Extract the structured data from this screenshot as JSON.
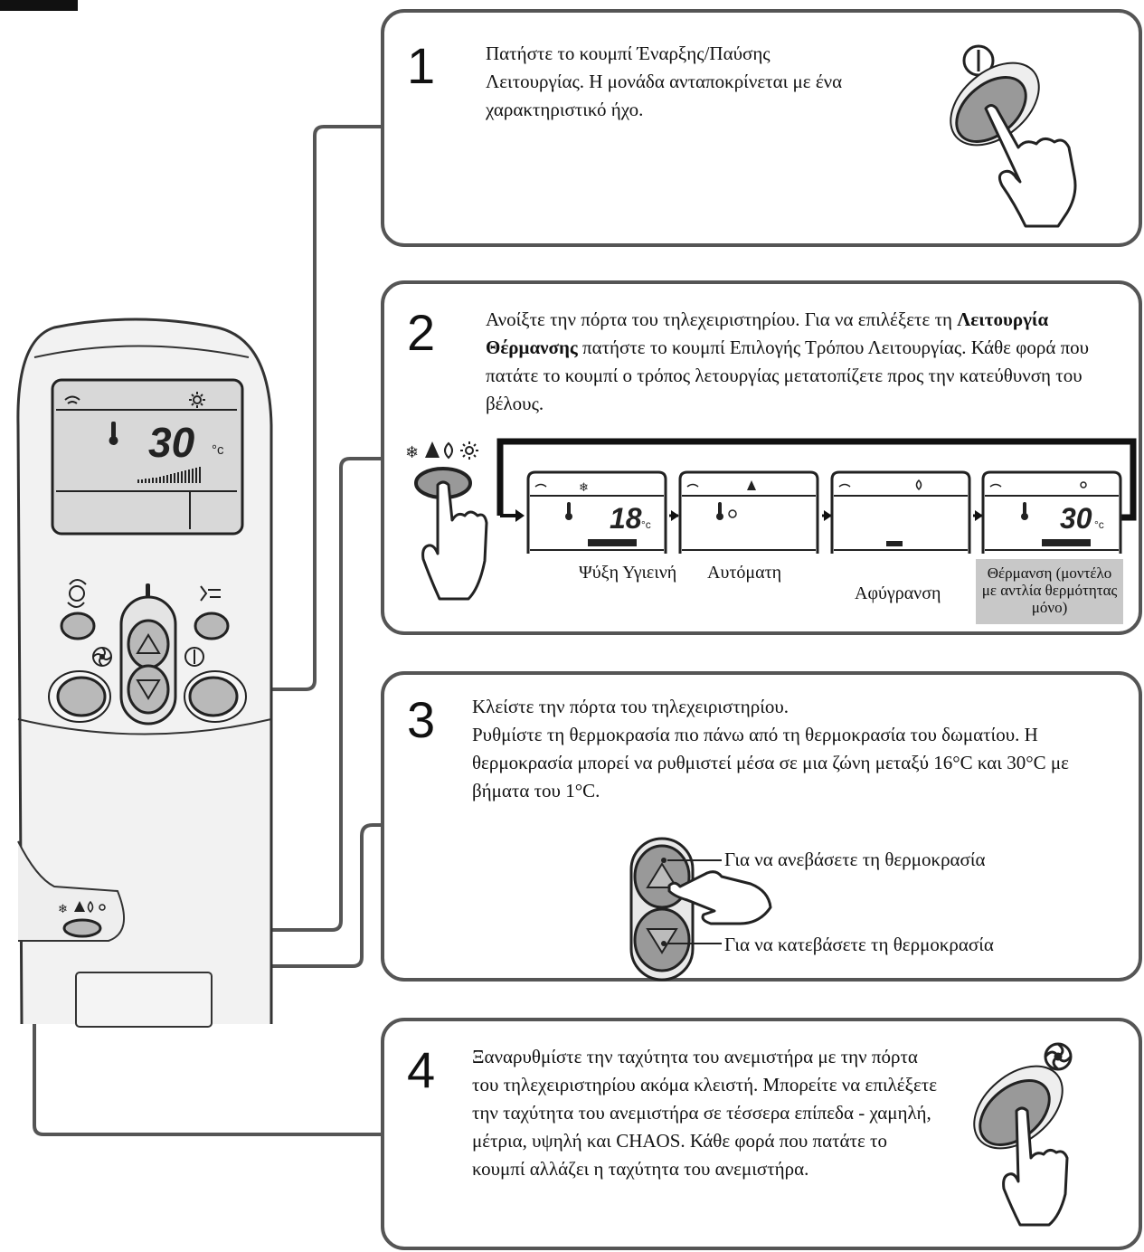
{
  "steps": [
    {
      "number": "1",
      "text": "Πατήστε το κουμπί Έναρξης/Παύσης Λειτουργίας. Η μονάδα ανταποκρίνεται με ένα χαρακτηριστικό ήχο."
    },
    {
      "number": "2",
      "text_before": "Ανοίξτε την πόρτα του τηλεχειριστηρίου. Για να επιλέξετε τη ",
      "text_bold": "Λειτουργία Θέρμανσης",
      "text_after": " πατήστε το κουμπί Επιλογής Τρόπου Λειτουργίας. Κάθε φορά που πατάτε το κουμπί ο τρόπος λετουργίας μετατοπίζετε προς την κατεύθυνση του βέλους."
    },
    {
      "number": "3",
      "line1": "Κλείστε την πόρτα του τηλεχειριστηρίου.",
      "line2": "Ρυθμίστε τη θερμοκρασία πιο πάνω από τη θερμοκρασία του δωματίου. Η θερμοκρασία μπορεί να ρυθμιστεί μέσα σε μια ζώνη μεταξύ 16°C και 30°C με βήματα του 1°C."
    },
    {
      "number": "4",
      "text": "Ξαναρυθμίστε την ταχύτητα του ανεμιστήρα με την πόρτα του τηλεχειριστηρίου ακόμα κλειστή. Μπορείτε να επιλέξετε την ταχύτητα του ανεμιστήρα σε τέσσερα επίπεδα - χαμηλή, μέτρια, υψηλή και CHAOS. Κάθε φορά που πατάτε το κουμπί αλλάζει η ταχύτητα του ανεμιστήρα."
    }
  ],
  "modes": {
    "cool": "Ψύξη Υγιεινή",
    "auto": "Αυτόματη",
    "dry": "Αφύγρανση",
    "heat": "Θέρμανση (μοντέλο με αντλία θερμότητας μόνο)"
  },
  "displays": {
    "remote_temp": "30",
    "cool_temp": "18",
    "heat_temp": "30",
    "unit": "°c"
  },
  "temp_controls": {
    "up_label": "Για να ανεβάσετε τη θερμοκρασία",
    "down_label": "Για να κατεβάσετε τη θερμοκρασία"
  },
  "icons": [
    "power-icon",
    "fan-icon",
    "thermometer-icon",
    "swing-icon",
    "snowflake-icon",
    "auto-mode-icon",
    "drop-icon",
    "sun-icon"
  ]
}
